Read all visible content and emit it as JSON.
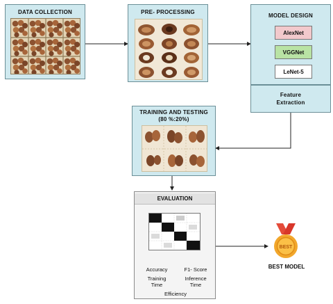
{
  "stages": {
    "data_collection": {
      "title": "DATA COLLECTION"
    },
    "pre_processing": {
      "title": "PRE- PROCESSING"
    },
    "model_design": {
      "title": "MODEL DESIGN",
      "models": [
        {
          "label": "AlexNet",
          "color": "#f2c9cc"
        },
        {
          "label": "VGGNet",
          "color": "#b9e3a4"
        },
        {
          "label": "LeNet-5",
          "color": "#ffffff"
        }
      ]
    },
    "feature_extraction": {
      "line1": "Feature",
      "line2": "Extraction"
    },
    "training_testing": {
      "title": "TRAINING AND TESTING",
      "split": "(80 %:20%)"
    },
    "evaluation": {
      "title": "EVALUATION",
      "metrics": {
        "accuracy": "Accuracy",
        "f1_score": "F1- Score",
        "training_time_1": "Training",
        "training_time_2": "Time",
        "inference_time_1": "Inference",
        "inference_time_2": "Time",
        "efficiency": "Efficiency"
      }
    },
    "best_model": {
      "label": "BEST MODEL",
      "medal_text": "BEST"
    }
  },
  "colors": {
    "box_fill": "#cfe9ef",
    "box_border": "#6b8f97",
    "nut_dark": "#6a3d22",
    "nut_mid": "#9c5f35",
    "nut_light": "#c98a55",
    "medal_gold": "#f2a72c",
    "ribbon_red": "#e44b3a"
  },
  "icons": [
    "nut-grid-icon",
    "processed-nuts-icon",
    "confusion-matrix-icon",
    "medal-icon"
  ]
}
